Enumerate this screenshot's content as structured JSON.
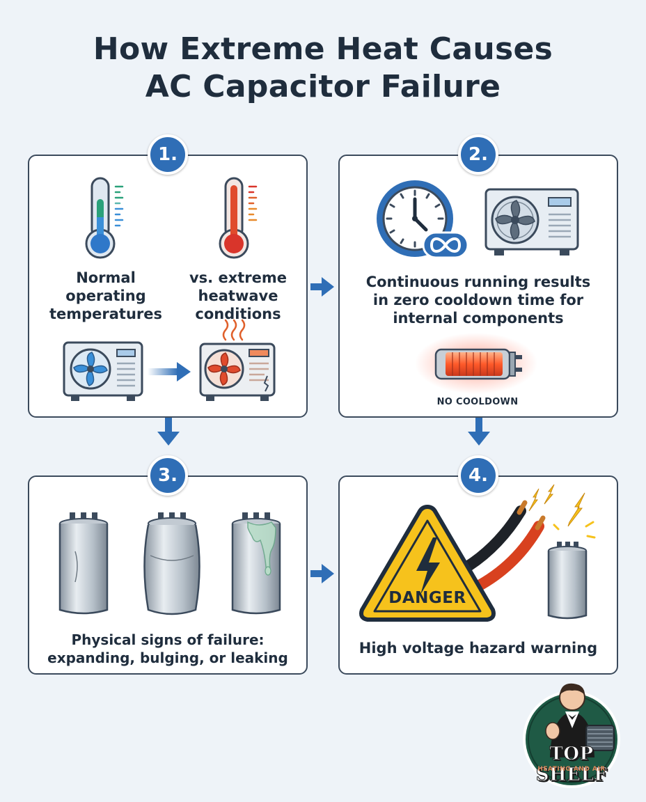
{
  "title": {
    "line1": "How Extreme Heat Causes",
    "line2": "AC Capacitor Failure"
  },
  "steps": [
    {
      "number": "1.",
      "left_caption": [
        "Normal",
        "operating",
        "temperatures"
      ],
      "right_caption": [
        "vs. extreme",
        "heatwave",
        "conditions"
      ]
    },
    {
      "number": "2.",
      "caption": [
        "Continuous running results",
        "in zero cooldown time for",
        "internal components"
      ],
      "badge_text": "NO COOLDOWN"
    },
    {
      "number": "3.",
      "caption": [
        "Physical signs of failure:",
        "expanding, bulging, or leaking"
      ]
    },
    {
      "number": "4.",
      "caption": [
        "High voltage hazard warning"
      ],
      "sign_text": "DANGER"
    }
  ],
  "logo": {
    "name": "TOP SHELF",
    "tagline": "HEATING AND AIR"
  },
  "colors": {
    "accent_blue": "#2f6eb6",
    "title": "#1f2d3d",
    "hot_red": "#d9352b",
    "warning_yellow": "#f6c21c",
    "logo_green": "#1f5a45"
  }
}
